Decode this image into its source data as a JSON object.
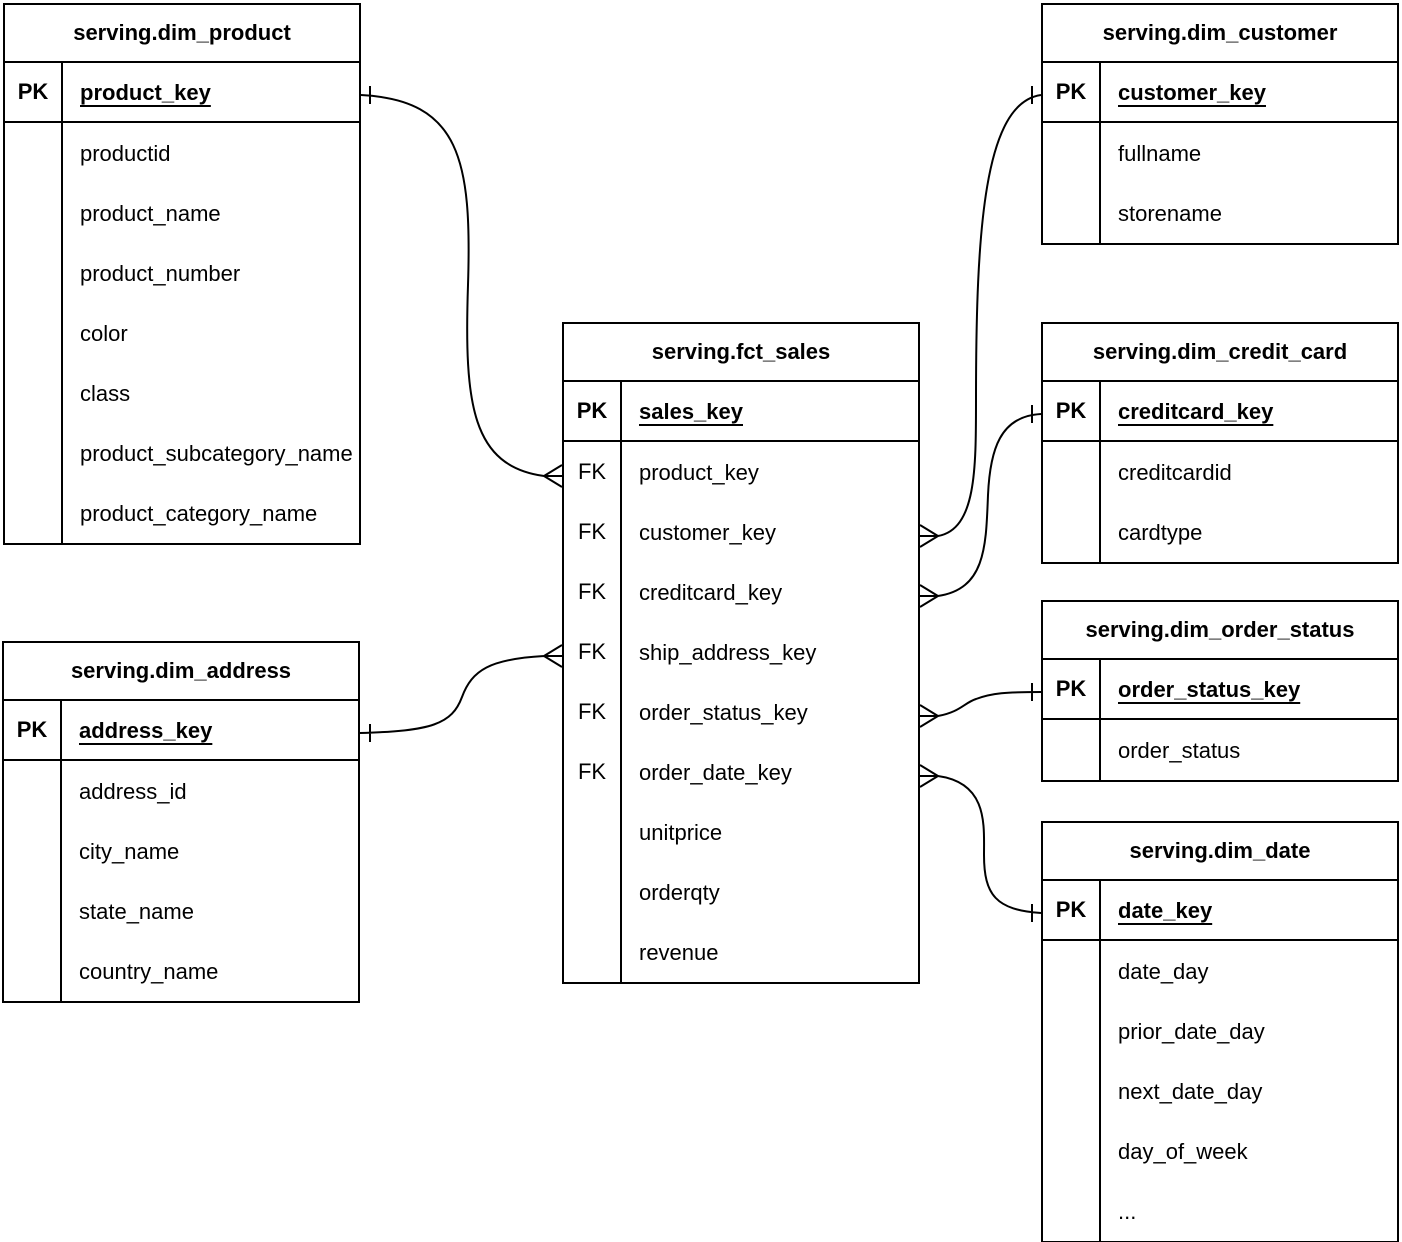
{
  "colors": {
    "background": "#ffffff",
    "line": "#000000",
    "text": "#000000"
  },
  "tables": {
    "dim_product": {
      "title": "serving.dim_product",
      "pk_badge": "PK",
      "pk_field": "product_key",
      "fields": [
        "productid",
        "product_name",
        "product_number",
        "color",
        "class",
        "product_subcategory_name",
        "product_category_name"
      ]
    },
    "dim_customer": {
      "title": "serving.dim_customer",
      "pk_badge": "PK",
      "pk_field": "customer_key",
      "fields": [
        "fullname",
        "storename"
      ]
    },
    "fct_sales": {
      "title": "serving.fct_sales",
      "pk_badge": "PK",
      "pk_field": "sales_key",
      "fields": [
        {
          "badge": "FK",
          "name": "product_key"
        },
        {
          "badge": "FK",
          "name": "customer_key"
        },
        {
          "badge": "FK",
          "name": "creditcard_key"
        },
        {
          "badge": "FK",
          "name": "ship_address_key"
        },
        {
          "badge": "FK",
          "name": "order_status_key"
        },
        {
          "badge": "FK",
          "name": "order_date_key"
        },
        {
          "badge": "",
          "name": "unitprice"
        },
        {
          "badge": "",
          "name": "orderqty"
        },
        {
          "badge": "",
          "name": "revenue"
        }
      ]
    },
    "dim_credit_card": {
      "title": "serving.dim_credit_card",
      "pk_badge": "PK",
      "pk_field": "creditcard_key",
      "fields": [
        "creditcardid",
        "cardtype"
      ]
    },
    "dim_order_status": {
      "title": "serving.dim_order_status",
      "pk_badge": "PK",
      "pk_field": "order_status_key",
      "fields": [
        "order_status"
      ]
    },
    "dim_date": {
      "title": "serving.dim_date",
      "pk_badge": "PK",
      "pk_field": "date_key",
      "fields": [
        "date_day",
        "prior_date_day",
        "next_date_day",
        "day_of_week",
        "..."
      ]
    },
    "dim_address": {
      "title": "serving.dim_address",
      "pk_badge": "PK",
      "pk_field": "address_key",
      "fields": [
        "address_id",
        "city_name",
        "state_name",
        "country_name"
      ]
    }
  },
  "connections": [
    {
      "from": "serving.fct_sales.product_key",
      "to": "serving.dim_product.product_key",
      "from_marker": "many",
      "to_marker": "one"
    },
    {
      "from": "serving.fct_sales.customer_key",
      "to": "serving.dim_customer.customer_key",
      "from_marker": "many",
      "to_marker": "one"
    },
    {
      "from": "serving.fct_sales.creditcard_key",
      "to": "serving.dim_credit_card.creditcard_key",
      "from_marker": "many",
      "to_marker": "one"
    },
    {
      "from": "serving.fct_sales.ship_address_key",
      "to": "serving.dim_address.address_key",
      "from_marker": "many",
      "to_marker": "one"
    },
    {
      "from": "serving.fct_sales.order_status_key",
      "to": "serving.dim_order_status.order_status_key",
      "from_marker": "many",
      "to_marker": "one"
    },
    {
      "from": "serving.fct_sales.order_date_key",
      "to": "serving.dim_date.date_key",
      "from_marker": "many",
      "to_marker": "one"
    }
  ]
}
